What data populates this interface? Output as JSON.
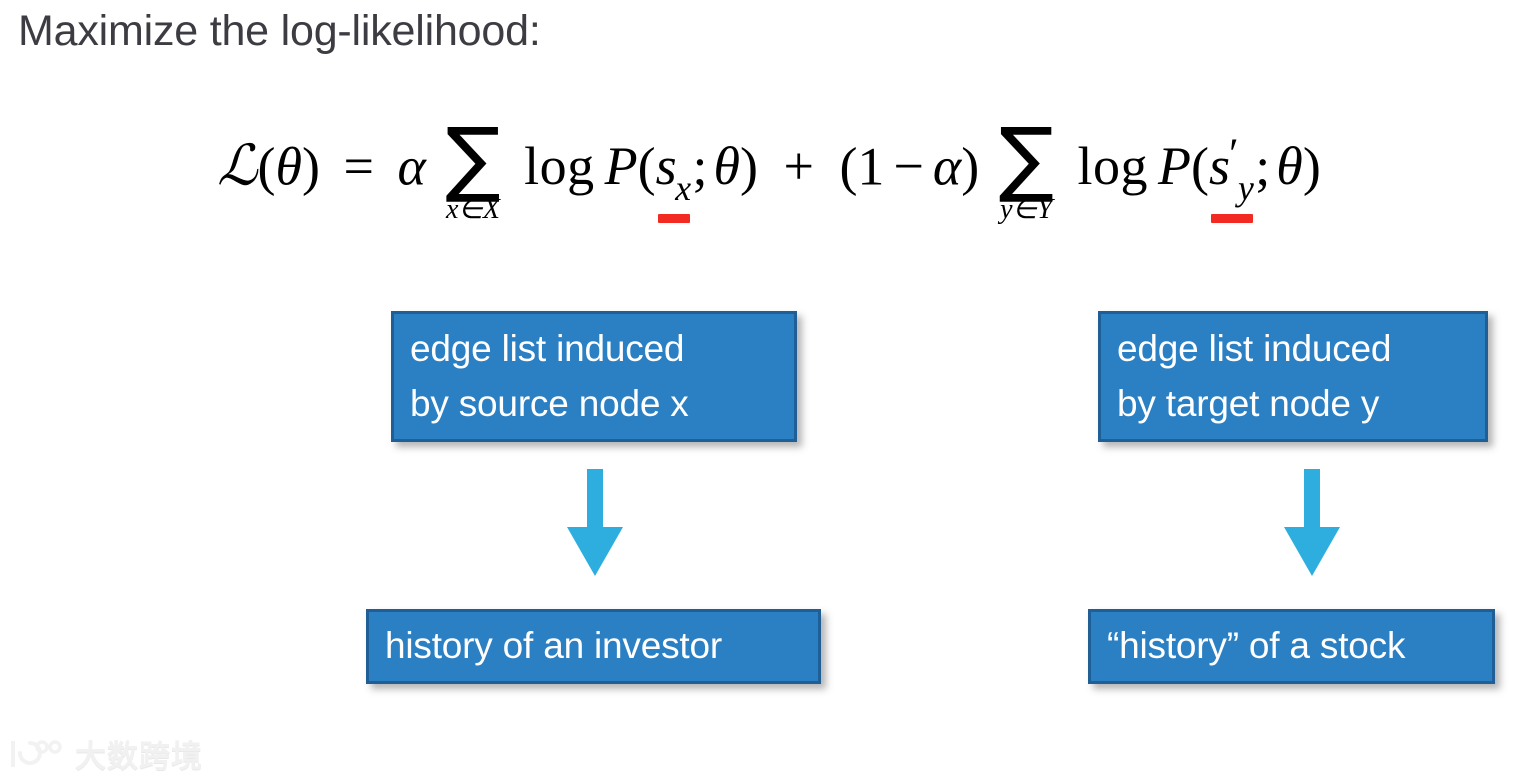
{
  "slide": {
    "title": "Maximize the log-likelihood:",
    "background_color": "#ffffff",
    "title_color": "#3c3c42"
  },
  "formula": {
    "latex": "\\mathcal{L}(\\theta) = \\alpha \\sum_{x \\in X} \\log P(s_x; \\theta) + (1 - \\alpha) \\sum_{y \\in Y} \\log P(s'_y; \\theta)",
    "plain": "L(θ) = α Σ_{x∈X} log P(s_x; θ) + (1 − α) Σ_{y∈Y} log P(s'_y; θ)",
    "tokens": {
      "script_l": "ℒ",
      "open_paren": "(",
      "close_paren": ")",
      "theta": "θ",
      "equals": "=",
      "alpha": "α",
      "sigma": "∑",
      "limit_x": "x∈X",
      "limit_y": "y∈Y",
      "log": "log",
      "prob": "P",
      "s": "s",
      "sub_x": "x",
      "sub_y": "y",
      "prime": "′",
      "semicolon": ";",
      "plus": "+",
      "one": "1",
      "minus": "−"
    },
    "highlights": [
      {
        "target": "s_x",
        "color": "#f22a22",
        "style": "underline"
      },
      {
        "target": "s'_y",
        "color": "#f22a22",
        "style": "underline"
      }
    ]
  },
  "diagram": {
    "box_fill": "#2b7fc3",
    "box_border": "#1f5f96",
    "box_text_color": "#ffffff",
    "arrow_color": "#2eaede",
    "columns": [
      {
        "id": "source",
        "top_box": {
          "lines": [
            "edge list induced",
            "by source node x"
          ]
        },
        "arrow": {
          "direction": "down"
        },
        "bottom_box": {
          "lines": [
            "history of an investor"
          ]
        }
      },
      {
        "id": "target",
        "top_box": {
          "lines": [
            "edge list induced",
            "by target node y"
          ]
        },
        "arrow": {
          "direction": "down"
        },
        "bottom_box": {
          "lines": [
            "“history” of a stock"
          ]
        }
      }
    ]
  },
  "watermark": {
    "text": "大数跨境",
    "color": "#f1f1f1"
  }
}
